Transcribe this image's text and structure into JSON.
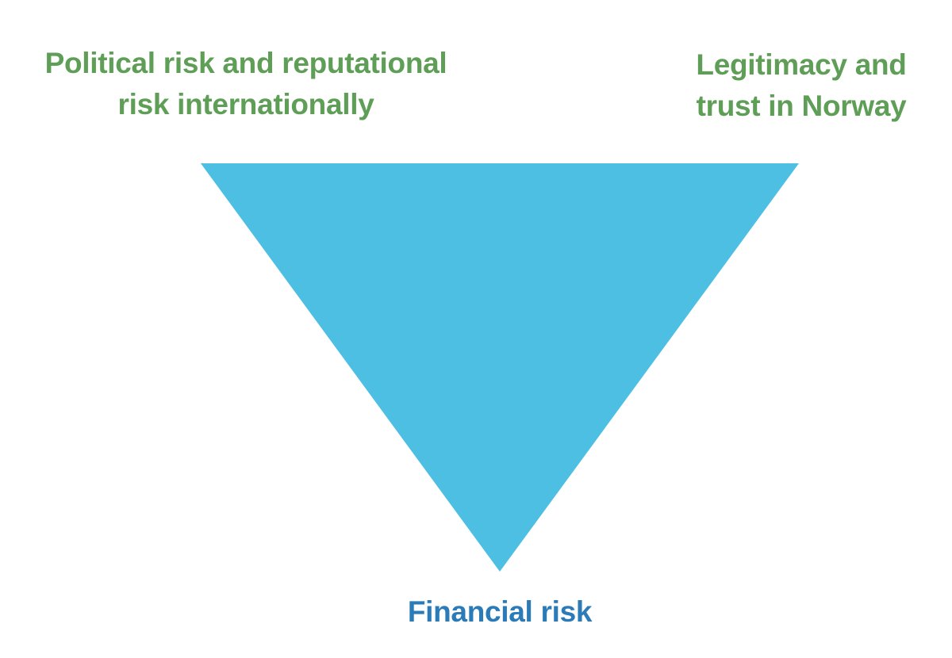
{
  "colors": {
    "triangle_fill": "#4DBFE3",
    "top_label_color": "#5E9E56",
    "bottom_label_color": "#2A7BB8",
    "background": "#FFFFFF"
  },
  "labels": {
    "top_left": {
      "line1": "Political risk and reputational",
      "line2": "risk internationally"
    },
    "top_right": {
      "line1": "Legitimacy and",
      "line2": "trust in Norway"
    },
    "bottom": {
      "line1": "Financial risk"
    }
  }
}
